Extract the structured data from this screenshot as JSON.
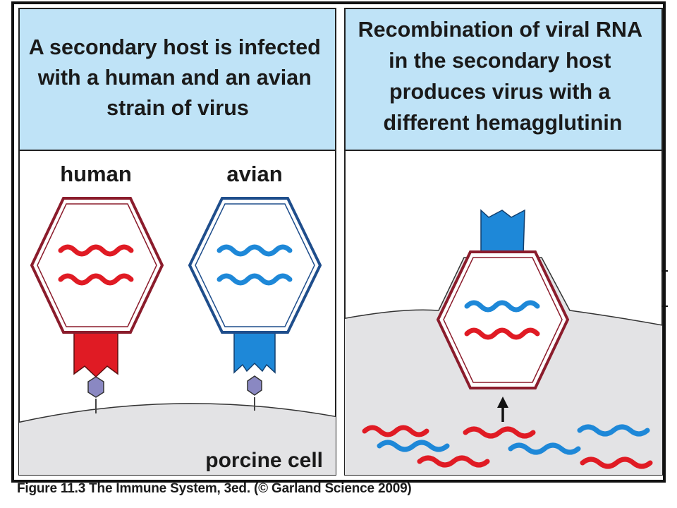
{
  "panel_left": {
    "title_lines": [
      "A secondary host is infected",
      "with a human and an avian",
      "strain of virus"
    ],
    "virus_human_label": "human",
    "virus_avian_label": "avian",
    "cell_label": "porcine cell"
  },
  "panel_right": {
    "title_lines": [
      "Recombination of viral RNA",
      "in the secondary host",
      "produces virus with a",
      "different hemagglutinin"
    ]
  },
  "caption": "Figure 11.3 The Immune System, 3ed. (© Garland Science 2009)",
  "colors": {
    "header_bg": "#bfe3f7",
    "human_red": "#e01b24",
    "avian_blue": "#1e88d8",
    "capsid_red_outline": "#8b1c2c",
    "capsid_blue_outline": "#1f4e8c",
    "cell_fill": "#e3e3e5",
    "receptor_purple": "#8a88c2"
  }
}
